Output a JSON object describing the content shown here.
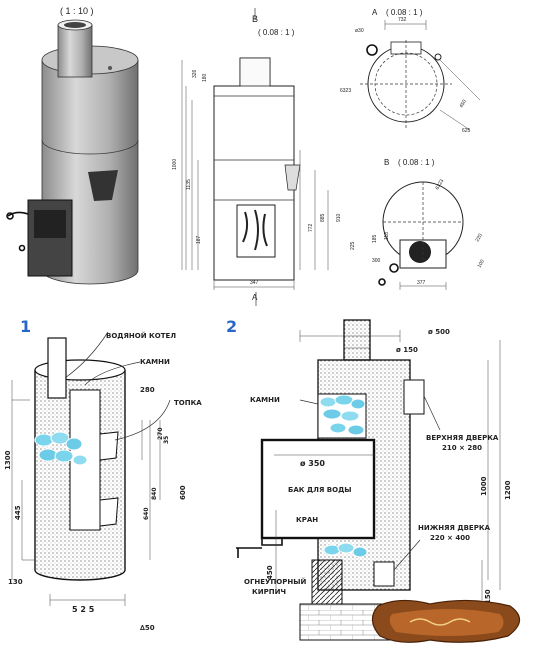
{
  "fig3d": {
    "scale": "( 1 : 10 )"
  },
  "front": {
    "scale": "( 0.08 : 1 )",
    "view_b": "B",
    "view_a": "A",
    "dims": [
      "326",
      "180",
      "1000",
      "1135",
      "772",
      "885",
      "910",
      "187",
      "347"
    ]
  },
  "sectionA": {
    "label": "А",
    "scale": "( 0.08 : 1 )",
    "dims": [
      "732",
      "ø30",
      "450",
      "625",
      "6323"
    ]
  },
  "sectionB": {
    "label": "B",
    "scale": "( 0.08 : 1 )",
    "dims": [
      "6323",
      "185",
      "118",
      "300",
      "225",
      "377",
      "220",
      "100"
    ]
  },
  "fig1": {
    "number": "1",
    "labels": {
      "boiler": "ВОДЯНОЙ КОТЕЛ",
      "stones": "КАМНИ",
      "firebox": "ТОПКА"
    },
    "dims": [
      "280",
      "270",
      "35",
      "1300",
      "600",
      "840",
      "640",
      "445",
      "130",
      "5 2 5",
      "∆50"
    ]
  },
  "fig2": {
    "number": "2",
    "labels": {
      "stones": "КАМНИ",
      "tank": "БАК ДЛЯ ВОДЫ",
      "tap": "КРАН",
      "brick_1": "ОГНЕУПОРНЫЙ",
      "brick_2": "КИРПИЧ",
      "upper_door_1": "ВЕРХНЯЯ ДВЕРКА",
      "upper_door_2": "210 × 280",
      "lower_door_1": "НИЖНЯЯ ДВЕРКА",
      "lower_door_2": "220 × 400"
    },
    "dims": [
      "ø 500",
      "ø 150",
      "ø 350",
      "1000",
      "1200",
      "450",
      "150"
    ]
  }
}
